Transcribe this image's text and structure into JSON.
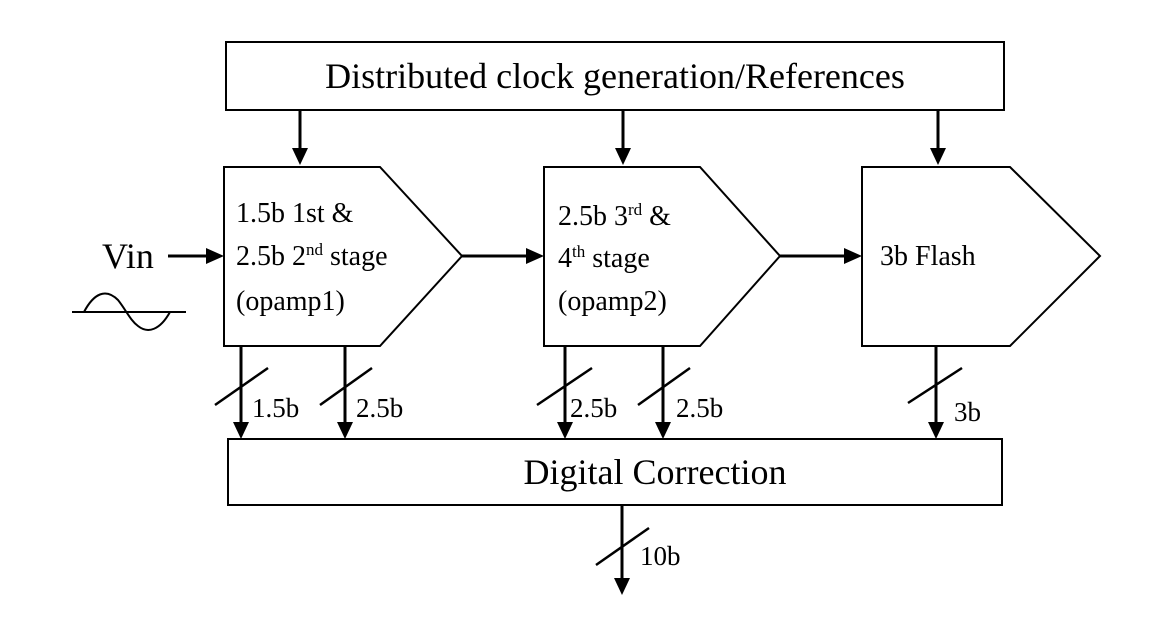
{
  "blocks": {
    "clock": {
      "label": "Distributed clock generation/References"
    },
    "stage1": {
      "line1_main": "1.5b 1st &",
      "line2_a": "2.5b 2",
      "line2_sup": "nd",
      "line2_b": " stage",
      "line3": "(opamp1)"
    },
    "stage2": {
      "line1_a": "2.5b 3",
      "line1_sup": "rd",
      "line1_b": " &",
      "line2_a": "4",
      "line2_sup": "th",
      "line2_b": "  stage",
      "line3": "(opamp2)"
    },
    "flash": {
      "label": "3b Flash"
    },
    "correction": {
      "label": "Digital Correction"
    }
  },
  "input": {
    "label": "Vin"
  },
  "buses": {
    "s1_out1": "1.5b",
    "s1_out2": "2.5b",
    "s2_out1": "2.5b",
    "s2_out2": "2.5b",
    "flash_out": "3b",
    "final_out": "10b"
  }
}
